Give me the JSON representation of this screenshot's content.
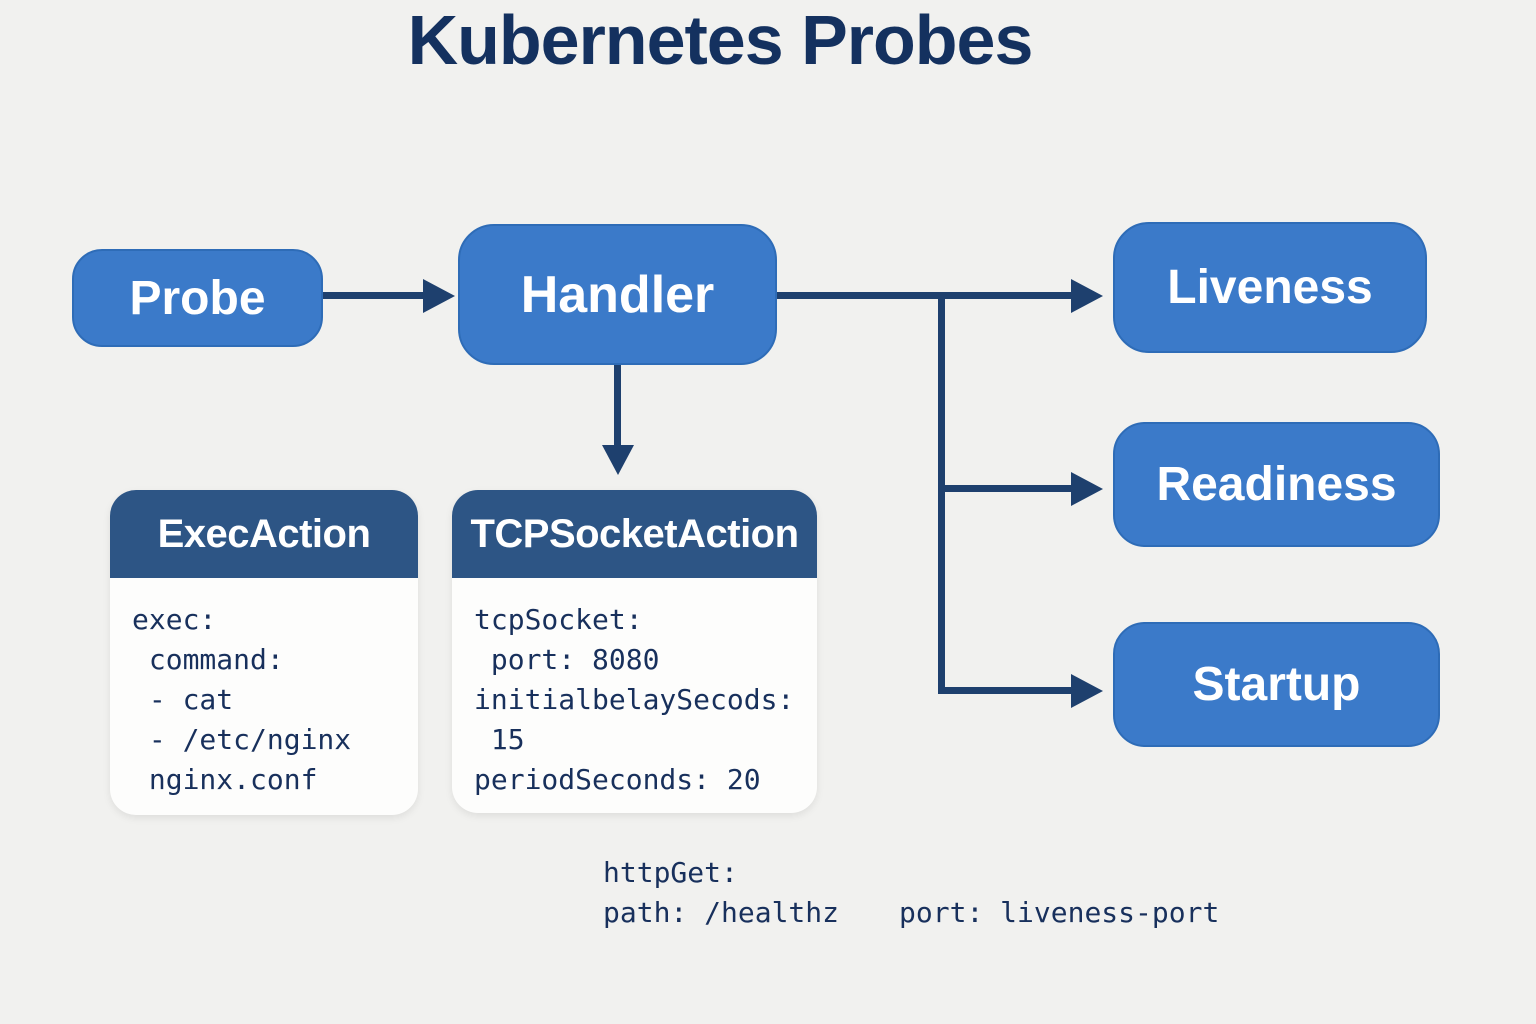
{
  "title": "Kubernetes Probes",
  "colors": {
    "background": "#f1f1ef",
    "node_blue": "#3b7ac9",
    "node_border": "#2e6cb7",
    "card_header_navy": "#2d5585",
    "connector_navy": "#1e406e",
    "code_text_navy": "#18305c",
    "title_navy": "#14315f",
    "card_body_bg": "#fdfdfc",
    "label_white": "#ffffff"
  },
  "nodes": {
    "probe": {
      "label": "Probe"
    },
    "handler": {
      "label": "Handler"
    },
    "liveness": {
      "label": "Liveness"
    },
    "readiness": {
      "label": "Readiness"
    },
    "startup": {
      "label": "Startup"
    }
  },
  "cards": {
    "exec_action": {
      "title": "ExecAction",
      "code_lines": [
        "exec:",
        " command:",
        " - cat",
        " - /etc/nginx",
        " nginx.conf"
      ]
    },
    "tcp_socket_action": {
      "title": "TCPSocketAction",
      "code_lines": [
        "tcpSocket:",
        " port: 8080",
        "initialbelaySecods:",
        " 15",
        "periodSeconds: 20"
      ]
    }
  },
  "http_get_note": {
    "line1": "httpGet:",
    "path": "path: /healthz",
    "port": "port: liveness-port"
  }
}
